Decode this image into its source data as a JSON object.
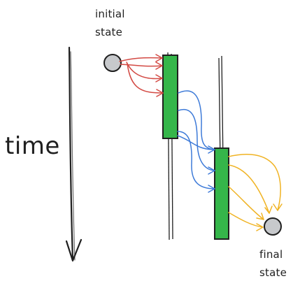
{
  "labels": {
    "initial_line1": "initial",
    "initial_line2": "state",
    "time": "time",
    "final_line1": "final",
    "final_line2": "state"
  },
  "colors": {
    "background": "#ffffff",
    "ink": "#1f1f1f",
    "state_node": "#c7c9cc",
    "process_bar": "#35b64a",
    "arrow_red": "#d34a44",
    "arrow_blue": "#3d7ad8",
    "arrow_yellow": "#f0b323"
  },
  "elements": {
    "time_axis": "timeline-arrow",
    "initial_state": "state-node",
    "process_1": "process-bar",
    "process_2": "process-bar",
    "final_state": "state-node"
  }
}
